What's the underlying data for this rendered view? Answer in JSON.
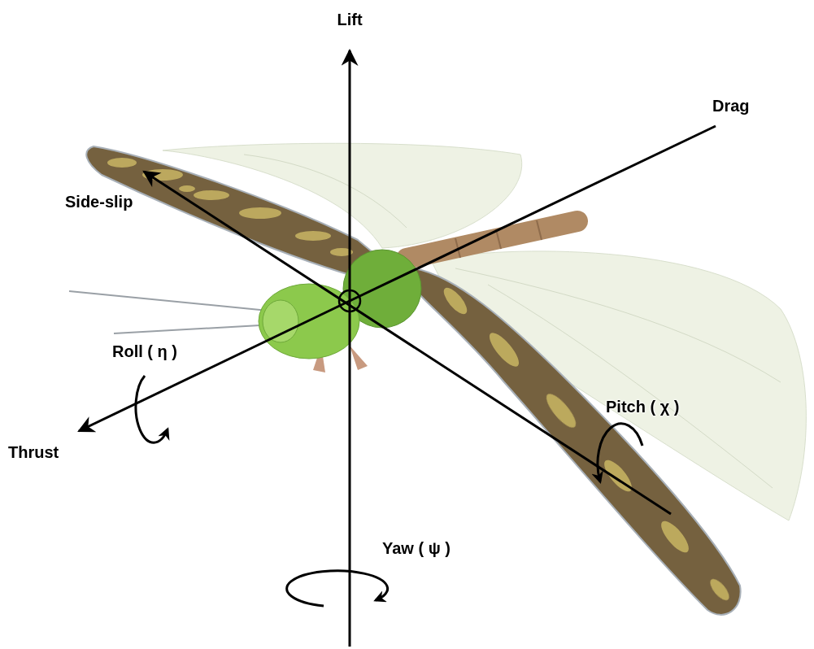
{
  "diagram": {
    "labels": [
      "Lift",
      "Drag",
      "Side-slip",
      "Roll ( η )",
      "Pitch ( χ )",
      "Thrust",
      "Yaw ( ψ )"
    ]
  }
}
